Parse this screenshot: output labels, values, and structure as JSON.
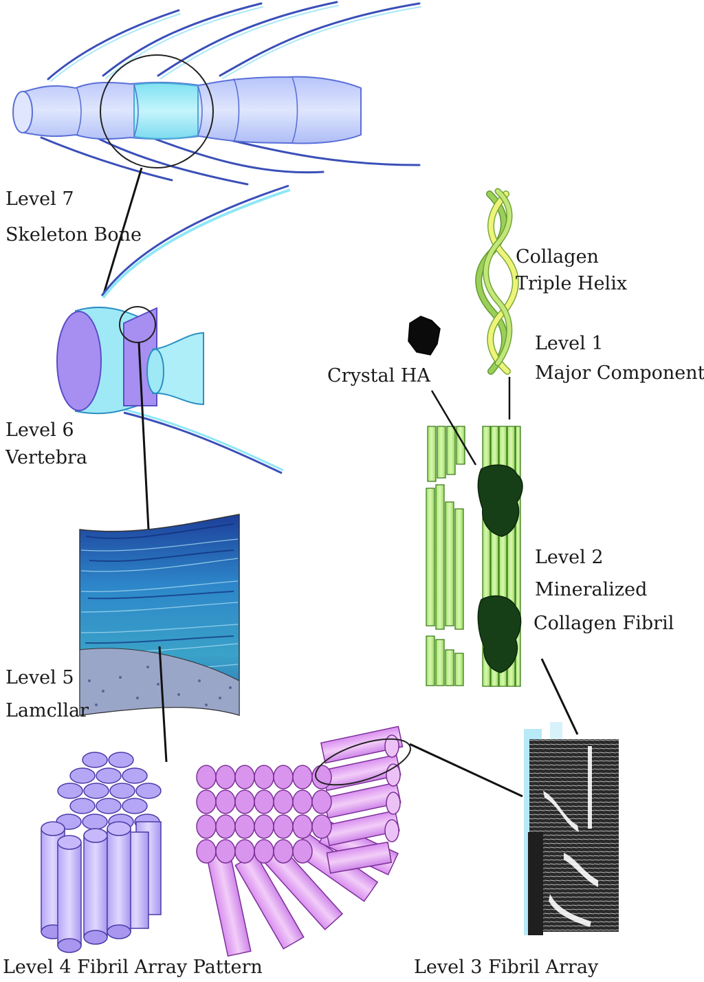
{
  "labels": {
    "level7_title": "Level 7",
    "level7_name": "Skeleton Bone",
    "level6_title": "Level 6",
    "level6_name": "Vertebra",
    "level5_title": "Level 5",
    "level5_name": "Lamcllar",
    "level4_caption": "Level 4  Fibril Array Pattern",
    "level3_caption": "Level 3  Fibril Array",
    "level2_title": "Level 2",
    "level2_line1": "Mineralized",
    "level2_line2": "Collagen Fibril",
    "level1_title": "Level 1",
    "level1_name": "Major Components",
    "helix_line1": "Collagen",
    "helix_line2": "Triple Helix",
    "crystal": "Crystal  HA"
  },
  "colors": {
    "bone_fill": "#c9d6fb",
    "bone_stroke": "#5a6fd8",
    "vertebra_highlight": "#8fe7f5",
    "rib_blue": "#4a5bc8",
    "vertebra_cyan": "#9fe9f6",
    "vertebra_purple": "#a78ff2",
    "lamellar_blue": "#2f7fc1",
    "fibril_purple": "#c4b6fb",
    "fibril_magenta": "#e5a9f1",
    "collagen_green": "#b9ef86",
    "crystal_dark": "#173f17",
    "helix_green": "#9bcf5a",
    "helix_yellow": "#eef47a"
  }
}
